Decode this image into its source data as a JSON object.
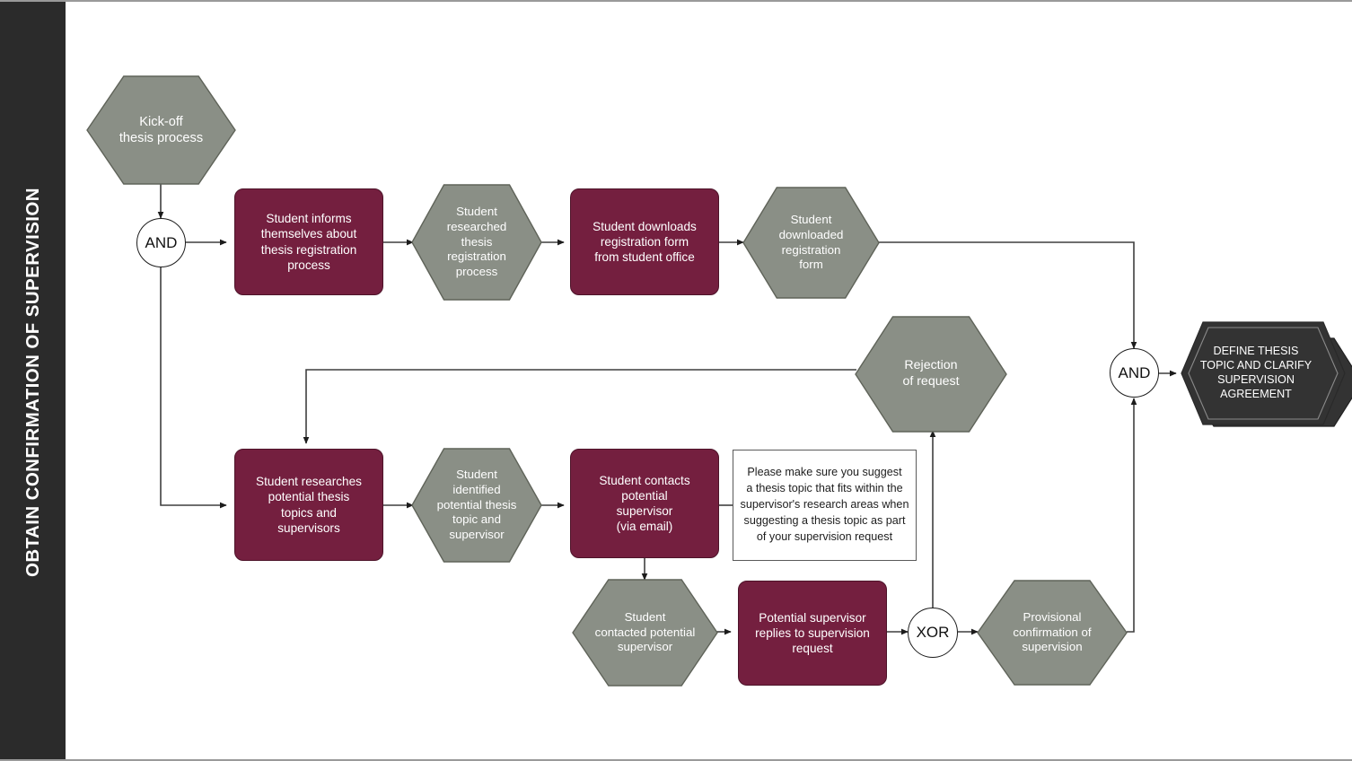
{
  "sidebar": {
    "title": "OBTAIN CONFIRMATION OF SUPERVISION"
  },
  "colors": {
    "sidebar_bg": "#2b2b2b",
    "function_maroon": "#741f3f",
    "event_gray": "#8a8f86",
    "process_dark": "#333333",
    "canvas_bg": "#ffffff",
    "connector_line": "#3f3f3f"
  },
  "nodes": {
    "kickoff_event": {
      "label": "Kick-off\nthesis process",
      "type": "event-hexagon"
    },
    "and_gate_start": {
      "label": "AND",
      "type": "connector-and"
    },
    "fn_student_informs": {
      "label": "Student informs\nthemselves about\nthesis registration\nprocess",
      "type": "function-box"
    },
    "ev_researched_process": {
      "label": "Student\nresearched\nthesis\nregistration\nprocess",
      "type": "event-hexagon"
    },
    "fn_downloads_form": {
      "label": "Student downloads\nregistration form\nfrom student office",
      "type": "function-box"
    },
    "ev_downloaded_form": {
      "label": "Student\ndownloaded\nregistration\nform",
      "type": "event-hexagon"
    },
    "ev_rejection": {
      "label": "Rejection\nof request",
      "type": "event-hexagon"
    },
    "fn_researches_topics": {
      "label": "Student researches\npotential thesis\ntopics and\nsupervisors",
      "type": "function-box"
    },
    "ev_identified_topic": {
      "label": "Student\nidentified\npotential thesis\ntopic and\nsupervisor",
      "type": "event-hexagon"
    },
    "fn_contacts_supervisor": {
      "label": "Student contacts\npotential\nsupervisor\n(via email)",
      "type": "function-box"
    },
    "note": {
      "label": "Please make sure you suggest\na thesis topic that fits within the\nsupervisor's research areas when\nsuggesting a thesis topic as part\nof your supervision request",
      "type": "annotation"
    },
    "ev_contacted_supervisor": {
      "label": "Student\ncontacted potential\nsupervisor",
      "type": "event-hexagon"
    },
    "fn_supervisor_replies": {
      "label": "Potential supervisor\nreplies to supervision\nrequest",
      "type": "function-box"
    },
    "xor_gate": {
      "label": "XOR",
      "type": "connector-xor"
    },
    "ev_provisional_confirmation": {
      "label": "Provisional\nconfirmation of\nsupervision",
      "type": "event-hexagon"
    },
    "and_gate_end": {
      "label": "AND",
      "type": "connector-and"
    },
    "process_define_thesis": {
      "label": "DEFINE THESIS\nTOPIC AND CLARIFY\nSUPERVISION\nAGREEMENT",
      "type": "process-hexagon"
    }
  }
}
